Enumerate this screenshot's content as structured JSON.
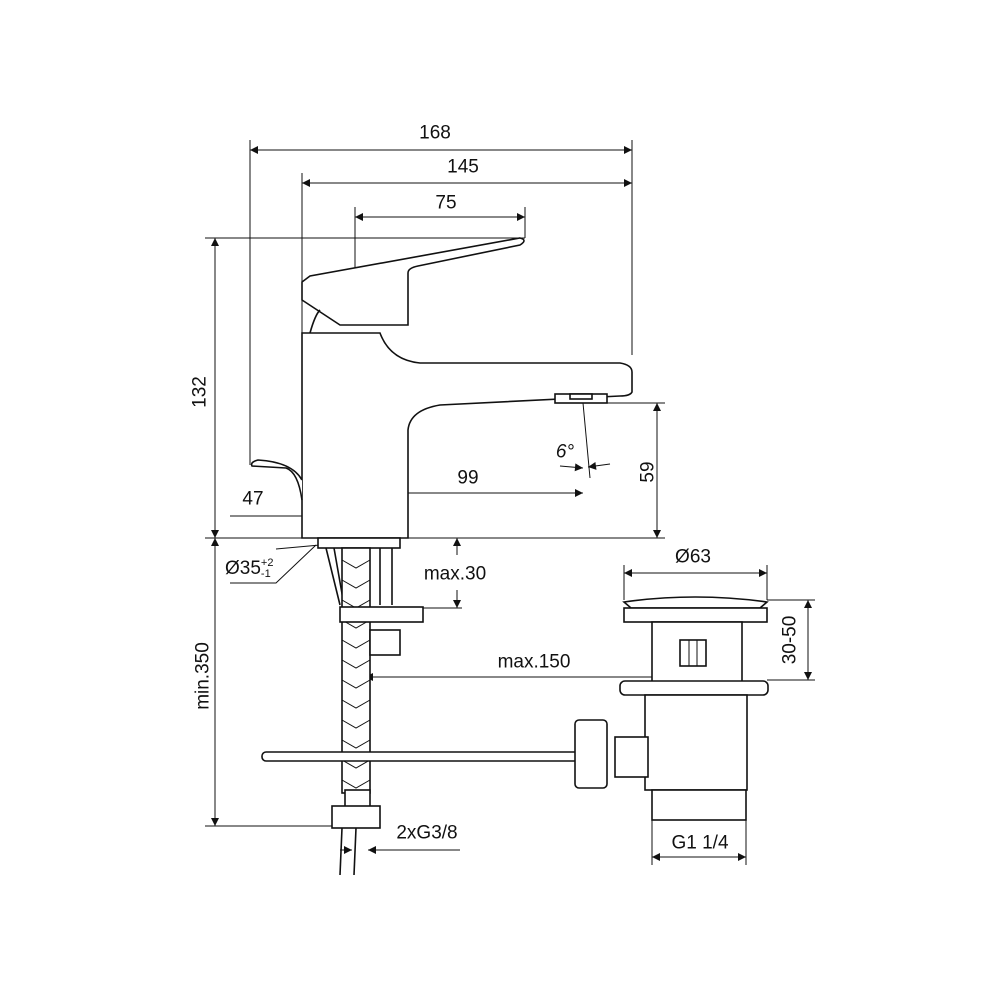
{
  "drawing": {
    "dimensions": {
      "overall_width": "168",
      "body_to_spout": "145",
      "lever_length": "75",
      "total_height": "132",
      "body_width": "47",
      "spout_reach": "99",
      "spout_angle": "6°",
      "spout_height": "59",
      "hole_diameter": "Ø35",
      "hole_tol_plus": "+2",
      "hole_tol_minus": "-1",
      "max_deck": "max.30",
      "min_hose": "min.350",
      "max_rod": "max.150",
      "waste_diameter": "Ø63",
      "waste_range": "30-50",
      "connection": "2xG3/8",
      "waste_thread": "G1 1/4"
    }
  }
}
